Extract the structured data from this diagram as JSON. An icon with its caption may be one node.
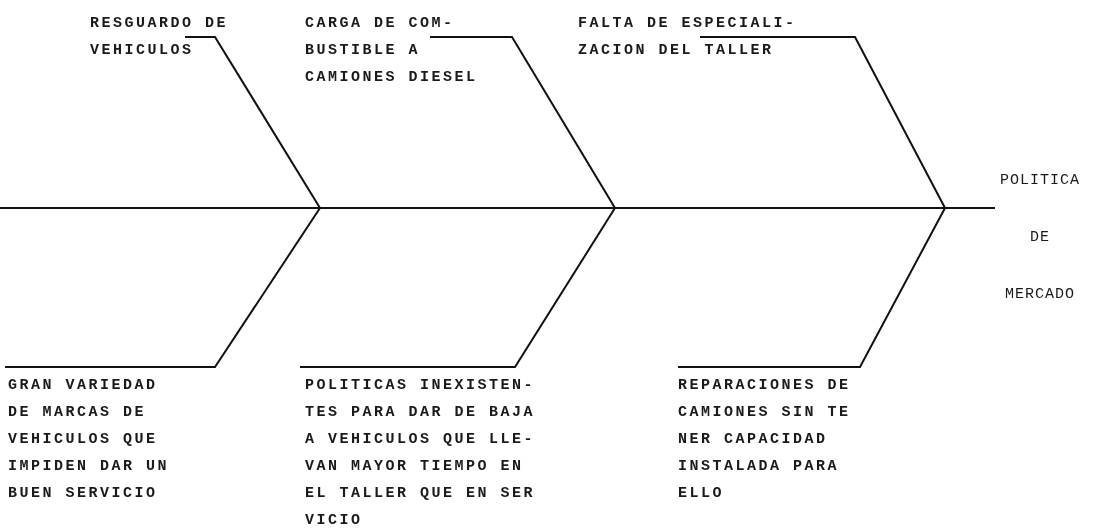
{
  "diagram": {
    "nodes": [
      {
        "text": [
          "RESGUARDO DE VEHICULOS"
        ]
      },
      {
        "text": [
          "CARGA DE COM- BUSTIBLE A CAMIONES DIESEL"
        ]
      },
      {
        "text": [
          "FALTA DE ESPECIALI- ZACION DEL TALLER"
        ]
      },
      {
        "text": [
          "GRAN VARIEDAD DE MARCAS DE VEHICULOS QUE IMPIDEN DAR UN BUEN SERVICIO"
        ]
      },
      {
        "text": [
          "POLITICAS INEXISTEN- TES PARA DAR DE BAJA A VEHICULOS QUE LLE- VAN MAYOR TIEMPO EN EL TALLER QUE EN SER VICIO"
        ]
      },
      {
        "text": [
          "REPARACIONES DE CAMIONES SIN TE NER CAPACIDAD INSTALADA PARA ELLO"
        ]
      },
      {
        "text": [
          "POLITICA DE MERCADO"
        ]
      }
    ],
    "edges": [
      {
        "from": 0,
        "to": 6,
        "arrow": "none"
      },
      {
        "from": 1,
        "to": 6,
        "arrow": "none"
      },
      {
        "from": 2,
        "to": 6,
        "arrow": "none"
      },
      {
        "from": 3,
        "to": 6,
        "arrow": "none"
      },
      {
        "from": 4,
        "to": 6,
        "arrow": "none"
      },
      {
        "from": 5,
        "to": 6,
        "arrow": "none"
      }
    ]
  }
}
